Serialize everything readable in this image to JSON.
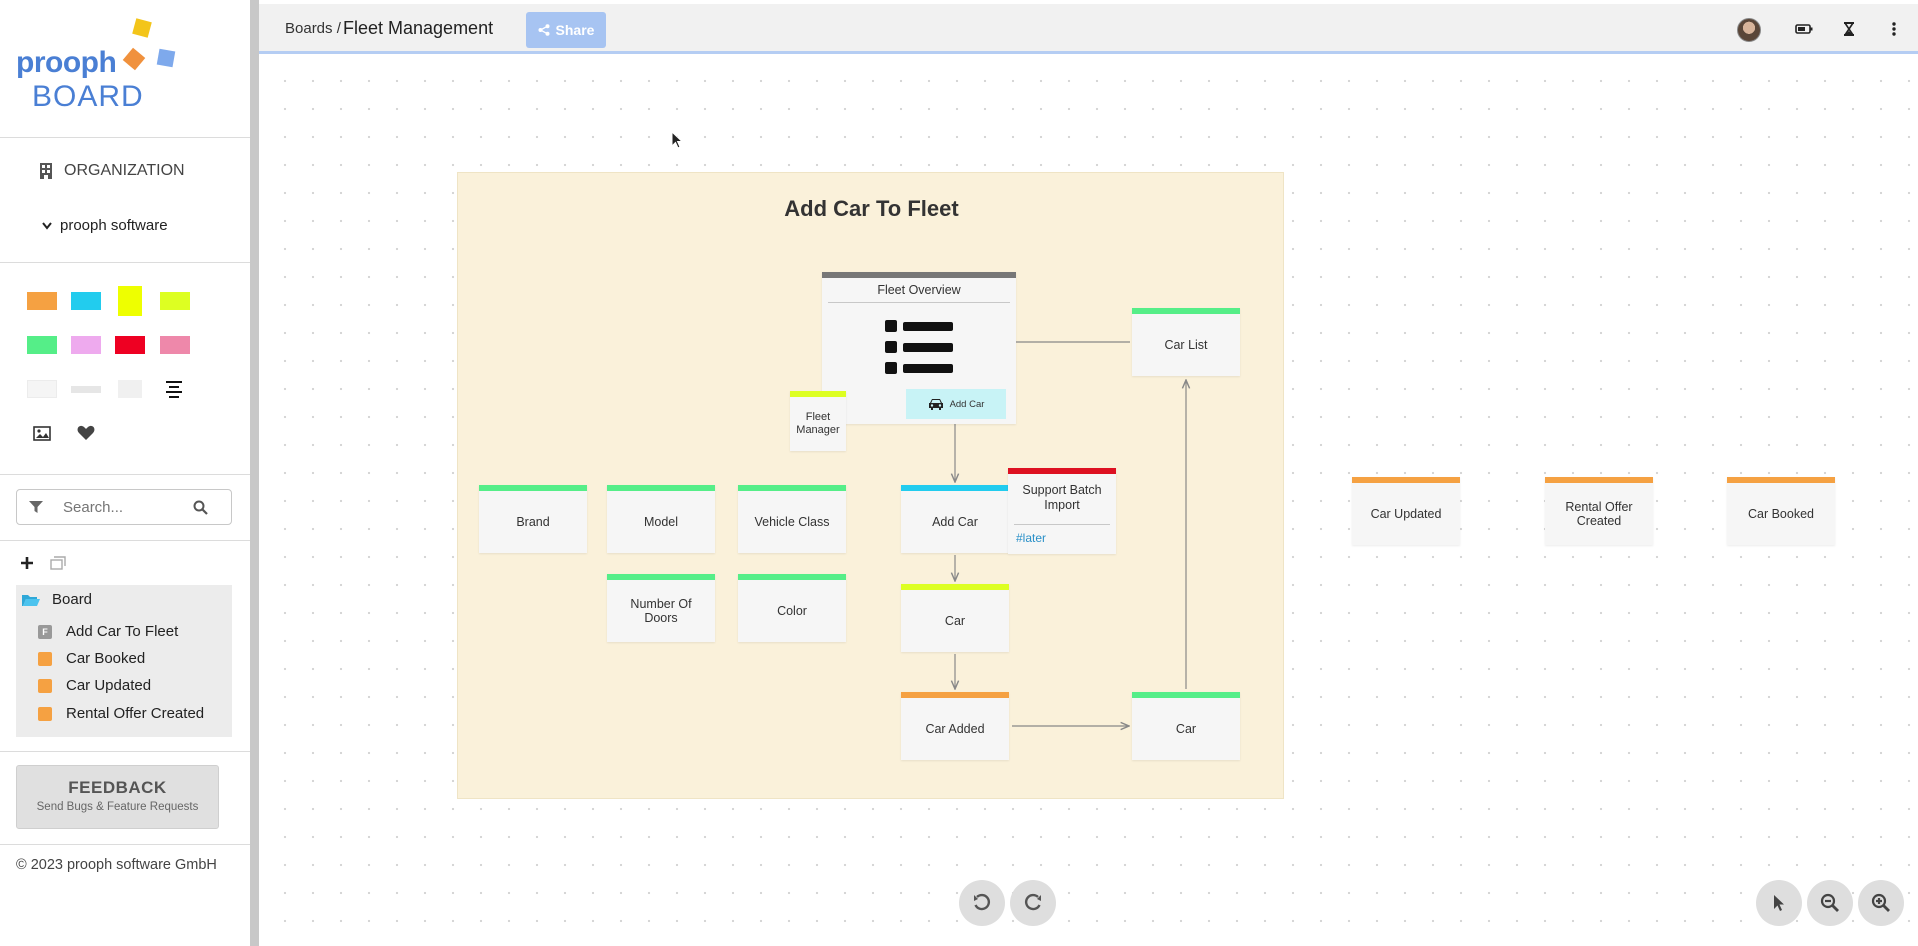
{
  "logo": {
    "line1": "prooph",
    "line2": "BOARD"
  },
  "sidebar": {
    "organization_label": "ORGANIZATION",
    "organization_selected": "prooph software",
    "swatch_colors": [
      "#f5a142",
      "#22ccee",
      "#eeff00",
      "#ddff22",
      "#55ee88",
      "#eeaaee",
      "#ee0022",
      "#ee88aa",
      "#f5f5f5",
      "#e6e6e6",
      "#f0f0f0"
    ],
    "search_placeholder": "Search...",
    "tree": {
      "root": "Board",
      "items": [
        {
          "label": "Add Car To Fleet",
          "icon": "frame-icon",
          "color": "#999999"
        },
        {
          "label": "Car Booked",
          "icon": "sticky-note-icon",
          "color": "#f5a142"
        },
        {
          "label": "Car Updated",
          "icon": "sticky-note-icon",
          "color": "#f5a142"
        },
        {
          "label": "Rental Offer Created",
          "icon": "sticky-note-icon",
          "color": "#f5a142"
        }
      ]
    },
    "feedback": {
      "title": "FEEDBACK",
      "subtitle": "Send Bugs & Feature Requests"
    },
    "copyright": "© 2023 prooph software GmbH"
  },
  "topbar": {
    "breadcrumb": "Boards /",
    "title": "Fleet Management",
    "share_label": "Share"
  },
  "board": {
    "frame_title": "Add Car To Fleet",
    "ui_card": {
      "title": "Fleet Overview",
      "button_label": "Add Car"
    },
    "cards": {
      "car_list": "Car List",
      "fleet_manager": "Fleet Manager",
      "brand": "Brand",
      "model": "Model",
      "vehicle_class": "Vehicle Class",
      "add_car": "Add Car",
      "number_of_doors": "Number Of Doors",
      "color": "Color",
      "car_aggregate": "Car",
      "car_added": "Car Added",
      "car_readmodel": "Car",
      "car_updated": "Car Updated",
      "rental_offer_created": "Rental Offer Created",
      "car_booked": "Car Booked"
    },
    "policy": {
      "title": "Support Batch Import",
      "tag": "#later"
    }
  }
}
